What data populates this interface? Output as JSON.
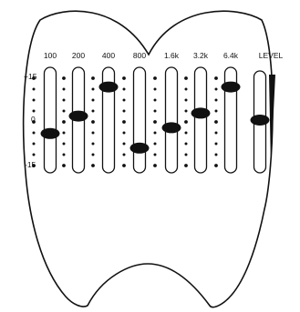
{
  "equalizer": {
    "bands": [
      {
        "label": "100",
        "value": -4
      },
      {
        "label": "200",
        "value": 2
      },
      {
        "label": "400",
        "value": 12
      },
      {
        "label": "800",
        "value": -9
      },
      {
        "label": "1.6k",
        "value": -2
      },
      {
        "label": "3.2k",
        "value": 3
      },
      {
        "label": "6.4k",
        "value": 12
      }
    ],
    "level": {
      "label": "LEVEL",
      "value": 0
    },
    "scale": {
      "top": "+15",
      "middle": "0",
      "bottom": "-15",
      "min": -15,
      "max": 15
    },
    "colors": {
      "ink": "#111111",
      "background": "#ffffff"
    }
  }
}
